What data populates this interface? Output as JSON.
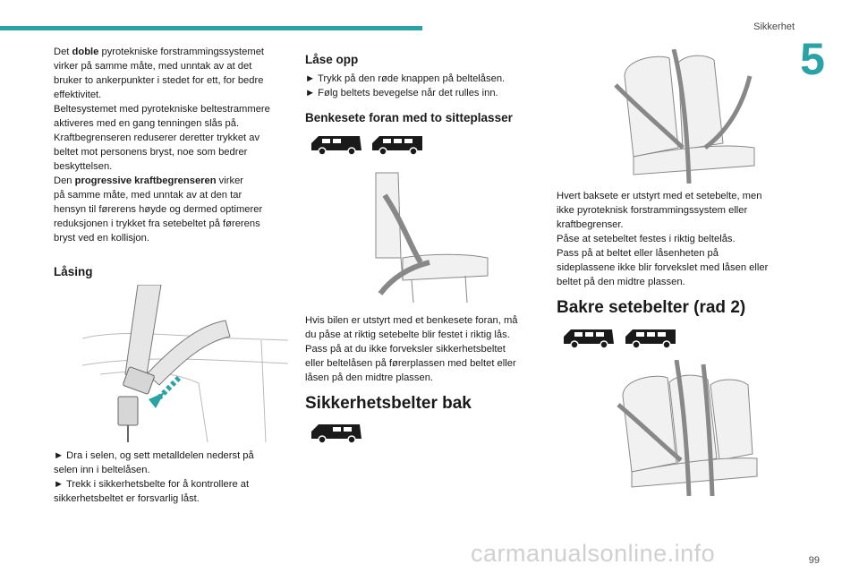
{
  "header": {
    "section": "Sikkerhet",
    "chapter_number": "5",
    "page_number": "99"
  },
  "col1": {
    "intro": [
      [
        "Det ",
        "doble",
        " pyrotekniske forstrammingssystemet"
      ],
      [
        "virker på samme måte, med unntak av at det"
      ],
      [
        "bruker to ankerpunkter i stedet for ett, for bedre"
      ],
      [
        "effektivitet."
      ],
      [
        "Beltesystemet med pyrotekniske beltestrammere"
      ],
      [
        "aktiveres med en gang tenningen slås på."
      ],
      [
        "Kraftbegrenseren reduserer deretter trykket av"
      ],
      [
        "beltet mot personens bryst, noe som bedrer"
      ],
      [
        "beskyttelsen."
      ],
      [
        "Den ",
        "progressive kraftbegrenseren",
        " virker"
      ],
      [
        "på samme måte, med unntak av at den tar"
      ],
      [
        "hensyn til førerens høyde og dermed optimerer"
      ],
      [
        "reduksjonen i trykket fra setebeltet på førerens"
      ],
      [
        "bryst ved en kollisjon."
      ]
    ],
    "locking_heading": "Låsing",
    "locking_steps": [
      "► Dra i selen, og sett metalldelen nederst på",
      "selen inn i beltelåsen.",
      "► Trekk i sikkerhetsbelte for å kontrollere at",
      "sikkerhetsbeltet er forsvarlig låst."
    ]
  },
  "col2": {
    "unlock_heading": "Låse opp",
    "unlock_steps": [
      "► Trykk på den røde knappen på beltelåsen.",
      "► Følg beltets bevegelse når det rulles inn."
    ],
    "bench_heading": "Benkesete foran med to sitteplasser",
    "bench_text": [
      "Hvis bilen er utstyrt med et benkesete foran, må",
      "du påse at riktig setebelte blir festet i riktig lås.",
      "Pass på at du ikke forveksler sikkerhetsbeltet",
      "eller beltelåsen på førerplassen med beltet eller",
      "låsen på den midtre plassen."
    ],
    "rear_heading": "Sikkerhetsbelter bak"
  },
  "col3": {
    "rear_text": [
      "Hvert baksete er utstyrt med et setebelte, men",
      "ikke pyroteknisk forstrammingssystem eller",
      "kraftbegrenser.",
      "Påse at setebeltet festes i riktig beltelås.",
      "Pass på at beltet eller låsenheten på",
      "sideplassene ikke blir forvekslet med låsen eller",
      "beltet på den midtre plassen."
    ],
    "row2_heading": "Bakre setebelter (rad 2)"
  },
  "watermark": "carmanualsonline.info",
  "colors": {
    "accent": "#2aa3a6",
    "text": "#1a1a1a",
    "car_icon": "#1a1a1a"
  }
}
